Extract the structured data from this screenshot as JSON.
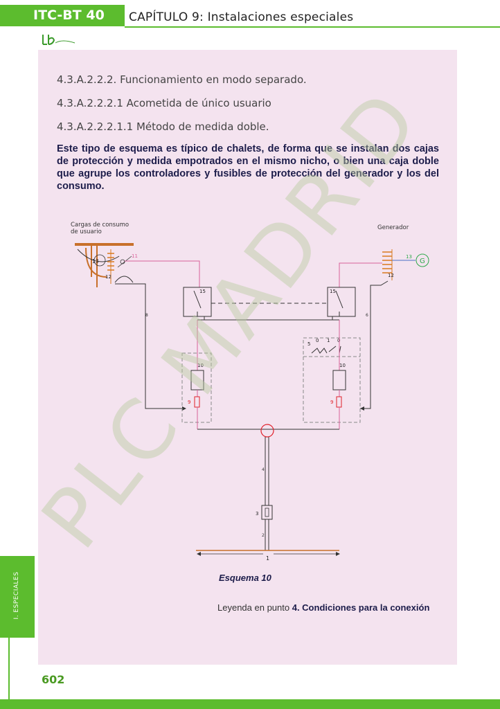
{
  "header": {
    "tab_label": "ITC-BT 40",
    "chapter": "CAPÍTULO 9: Instalaciones especiales"
  },
  "headings": [
    "4.3.A.2.2.2. Funcionamiento en modo separado.",
    "4.3.A.2.2.2.1 Acometida de único usuario",
    "4.3.A.2.2.2.1.1 Método de medida doble."
  ],
  "paragraph": "Este tipo de esquema es típico de chalets, de forma que se instalan dos cajas de protección y medida empotrados en el mismo nicho, o bien una caja doble que agrupe los controladores y fusibles de protección del generador y los del consumo.",
  "diagram": {
    "label_loads": "Cargas de consumo",
    "label_loads_2": "de usuario",
    "label_generator": "Generador",
    "generator_symbol": "G",
    "numbers": {
      "n13_left": "13",
      "n11": "11",
      "n12_left": "12",
      "n8_left": "8",
      "n15_left": "15",
      "n15_right": "15",
      "n13_right": "13",
      "n12_right": "12",
      "n6_right": "6",
      "n5": "5",
      "n0a": "0",
      "n1": "1",
      "n0b": "0",
      "n10_left": "10",
      "n10_right": "10",
      "n9_left": "9",
      "n9_right": "9",
      "n4": "4",
      "n3": "3",
      "n2": "2",
      "n1_bottom": "1"
    },
    "colors": {
      "pink": "#d9609a",
      "orange": "#d9781e",
      "blue": "#4a6fc4",
      "green": "#2ea84a",
      "red": "#e0202a",
      "dark": "#333333"
    }
  },
  "caption": "Esquema 10",
  "legend_prefix": "Leyenda en punto ",
  "legend_bold": "4. Condiciones para la conexión",
  "side_tab": "I. ESPECIALES",
  "page_number": "602",
  "watermark": "PLC MADRID"
}
